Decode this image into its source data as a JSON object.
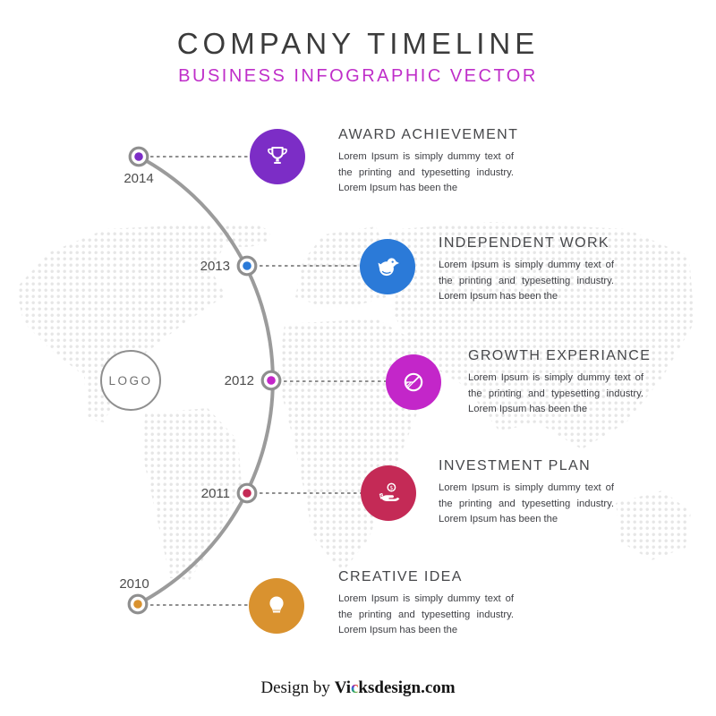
{
  "header": {
    "title": "COMPANY TIMELINE",
    "subtitle": "BUSINESS INFOGRAPHIC VECTOR",
    "title_color": "#3b3b3b",
    "subtitle_color": "#bf2ec9"
  },
  "logo": {
    "label": "LOGO"
  },
  "timeline": {
    "arc_color": "#9b9b9b",
    "node_ring_color": "#8f8f8f",
    "connector_color": "#8f8f8f",
    "map_dot_color": "#e6e6e6"
  },
  "milestones": [
    {
      "year": "2014",
      "title": "AWARD ACHIEVEMENT",
      "body": "Lorem Ipsum is simply dummy text of the printing and typesetting industry. Lorem Ipsum has been the",
      "color": "#7c2dc6",
      "icon": "trophy-icon"
    },
    {
      "year": "2013",
      "title": "INDEPENDENT WORK",
      "body": "Lorem Ipsum is simply dummy text of the printing and typesetting industry. Lorem Ipsum has been the",
      "color": "#2b7ad8",
      "icon": "bird-icon"
    },
    {
      "year": "2012",
      "title": "GROWTH EXPERIANCE",
      "body": "Lorem Ipsum is simply dummy text of the printing and typesetting industry. Lorem Ipsum has been the",
      "color": "#c326c9",
      "icon": "pie-chart-icon"
    },
    {
      "year": "2011",
      "title": "INVESTMENT PLAN",
      "body": "Lorem Ipsum is simply dummy text of the printing and typesetting industry. Lorem Ipsum has been the",
      "color": "#c42a56",
      "icon": "hand-money-icon"
    },
    {
      "year": "2010",
      "title": "CREATIVE IDEA",
      "body": "Lorem Ipsum is simply dummy text of the printing and typesetting industry. Lorem Ipsum has been the",
      "color": "#d9922f",
      "icon": "lightbulb-icon"
    }
  ],
  "footer": {
    "design_by": "Design by",
    "brand_start": "Vi",
    "brand_accent": "c",
    "brand_end": "ksdesign.com"
  }
}
